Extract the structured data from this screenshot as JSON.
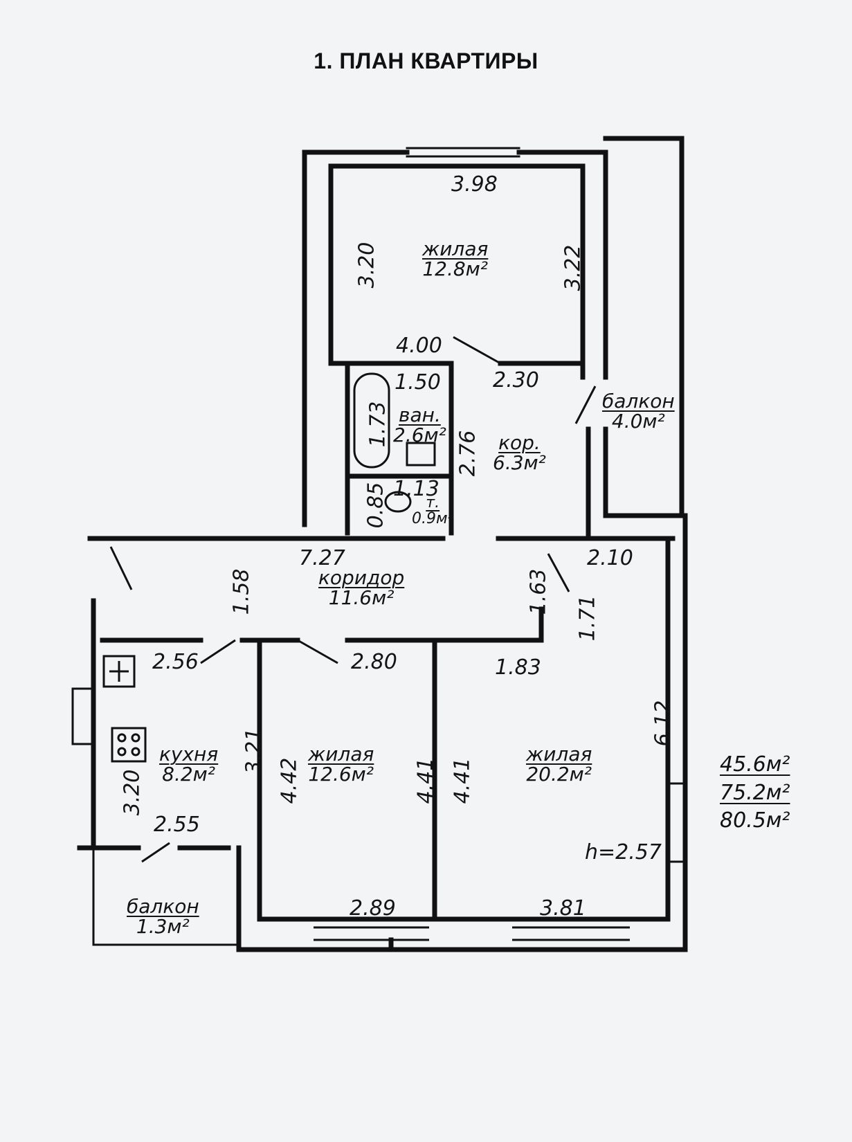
{
  "title": "1. ПЛАН КВАРТИРЫ",
  "rooms": {
    "bedroom_top": {
      "name": "жилая",
      "area": "12.8м²"
    },
    "bathroom": {
      "name": "ван.",
      "area": "2.6м²"
    },
    "wc": {
      "name": "т.",
      "area": "0.9м²"
    },
    "hall_small": {
      "name": "кор.",
      "area": "6.3м²"
    },
    "balcony_right": {
      "name": "балкон",
      "area": "4.0м²"
    },
    "corridor": {
      "name": "коридор",
      "area": "11.6м²"
    },
    "kitchen": {
      "name": "кухня",
      "area": "8.2м²"
    },
    "bedroom_mid": {
      "name": "жилая",
      "area": "12.6м²"
    },
    "living": {
      "name": "жилая",
      "area": "20.2м²"
    },
    "balcony_left": {
      "name": "балкон",
      "area": "1.3м²"
    }
  },
  "dimensions": {
    "d398": "3.98",
    "d320a": "3.20",
    "d322": "3.22",
    "d400": "4.00",
    "d230": "2.30",
    "d150": "1.50",
    "d173": "1.73",
    "d276": "2.76",
    "d085": "0.85",
    "d113": "1.13",
    "d727": "7.27",
    "d158": "1.58",
    "d163": "1.63",
    "d210": "2.10",
    "d171": "1.71",
    "d256": "2.56",
    "d280": "2.80",
    "d183": "1.83",
    "d321": "3.21",
    "d442": "4.42",
    "d441a": "4.41",
    "d441b": "4.41",
    "d612": "6.12",
    "d320b": "3.20",
    "d255": "2.55",
    "d289": "2.89",
    "d381": "3.81"
  },
  "ceiling_height": "h=2.57",
  "totals": {
    "living_area": "45.6м²",
    "total_area": "75.2м²",
    "total_with_balconies": "80.5м²"
  }
}
